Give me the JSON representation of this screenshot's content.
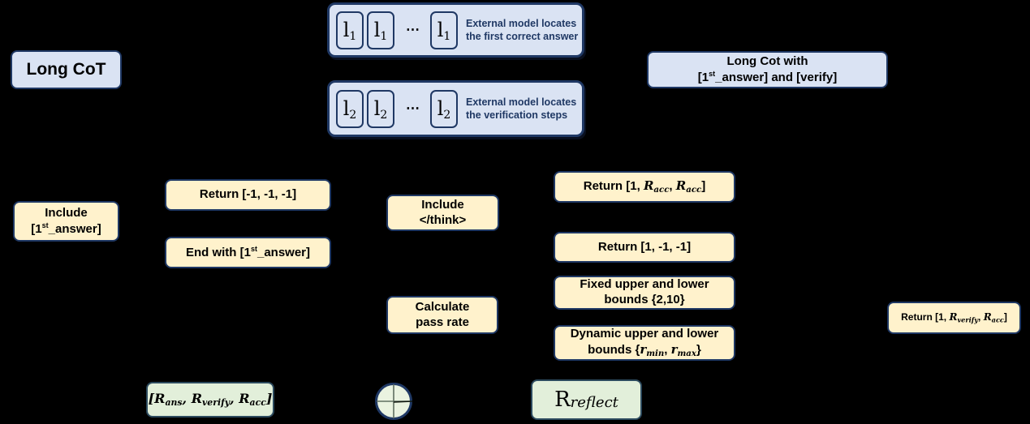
{
  "palette": {
    "background": "#000000",
    "blue_fill": "#dae3f3",
    "yellow_fill": "#fff2cc",
    "green_fill": "#e2efda",
    "border_navy": "#1f3864",
    "caption_navy": "#1f3864"
  },
  "nodes": {
    "long_cot": {
      "label": "Long CoT"
    },
    "l1_group": {
      "chip": "l",
      "chip_sub": "1",
      "dots": "⋯",
      "caption1": "External model locates",
      "caption2": "the first correct answer"
    },
    "l2_group": {
      "chip": "l",
      "chip_sub": "2",
      "dots": "⋯",
      "caption1": "External model locates",
      "caption2": "the verification steps"
    },
    "long_cot_with": {
      "line1": "Long Cot with",
      "line2_a": "[1",
      "line2_sup": "st",
      "line2_b": "_answer] and [verify]"
    },
    "include_first_answer": {
      "line1": "Include",
      "line2_a": "[1",
      "line2_sup": "st",
      "line2_b": "_answer]"
    },
    "return_all_neg": {
      "label": "Return [-1, -1, -1]"
    },
    "end_with_first_answer": {
      "a": "End with [1",
      "sup": "st",
      "b": "_answer]"
    },
    "include_think": {
      "line1": "Include",
      "line2": "</think>"
    },
    "calculate_pass_rate": {
      "line1": "Calculate",
      "line2": "pass rate"
    },
    "return_1_racc_racc": {
      "a": "Return [1, ",
      "r1": "R",
      "r1_sub": "acc",
      "c": ", ",
      "r2": "R",
      "r2_sub": "acc",
      "b": "]"
    },
    "return_1_neg_neg": {
      "label": "Return [1, -1, -1]"
    },
    "fixed_bounds": {
      "line1": "Fixed upper and lower",
      "line2": "bounds {2,10}"
    },
    "dynamic_bounds": {
      "line1": "Dynamic upper and lower",
      "line2_a": "bounds {",
      "r1": "r",
      "r1_sub": "min",
      "c": ", ",
      "r2": "r",
      "r2_sub": "max",
      "line2_b": "}"
    },
    "return_1_rverify_racc": {
      "a": "Return [1, ",
      "r1": "R",
      "r1_sub": "verify",
      "c": ", ",
      "r2": "R",
      "r2_sub": "acc",
      "b": "]"
    },
    "rewards_tuple": {
      "a": "[",
      "r1": "R",
      "r1_sub": "ans",
      "c1": ", ",
      "r2": "R",
      "r2_sub": "verify",
      "c2": ", ",
      "r3": "R",
      "r3_sub": "acc",
      "b": "]"
    },
    "combine_plus": {
      "icon": "circle-plus"
    },
    "r_reflect": {
      "r": "R",
      "sub": "reflect"
    }
  }
}
